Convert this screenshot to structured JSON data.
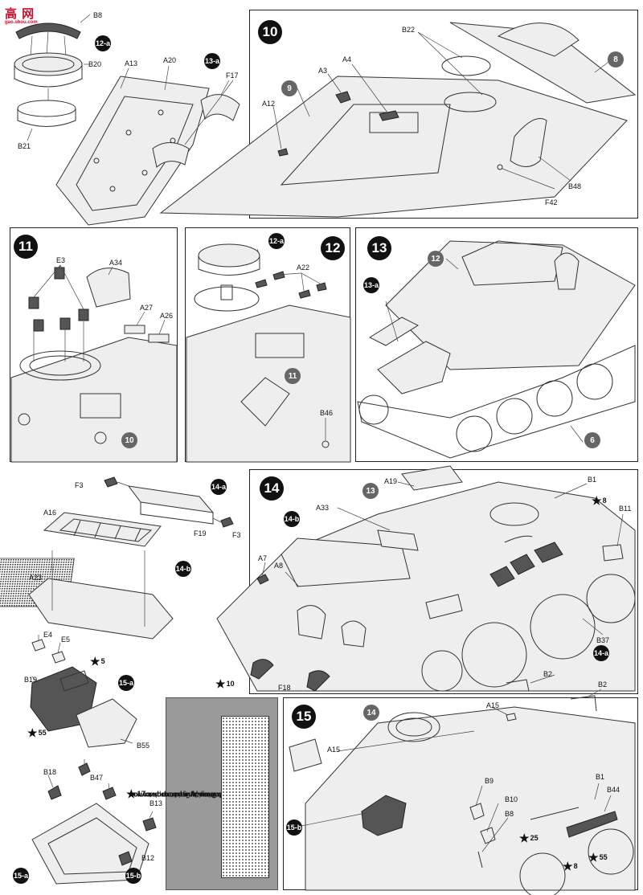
{
  "logo": {
    "text": "高 网",
    "url": "gao.shou.com"
  },
  "steps": {
    "s10": {
      "number": "10",
      "parts": {
        "B22": "B22",
        "A3": "A3",
        "A4": "A4",
        "A12": "A12",
        "F42": "F42",
        "B48": "B48"
      },
      "refs": {
        "r9": "9",
        "r8": "8"
      }
    },
    "s11": {
      "number": "11",
      "parts": {
        "E3": "E3",
        "A34": "A34",
        "A27": "A27",
        "A26": "A26"
      },
      "refs": {
        "r10": "10"
      }
    },
    "s12": {
      "number": "12",
      "parts": {
        "A22": "A22",
        "B46": "B46"
      },
      "refs": {
        "r11": "11"
      },
      "subs": {
        "s12a": "12-a"
      }
    },
    "s13": {
      "number": "13",
      "refs": {
        "r12": "12",
        "r6": "6"
      },
      "subs": {
        "s13a": "13-a"
      }
    },
    "s14": {
      "number": "14",
      "parts": {
        "A19": "A19",
        "B1": "B1",
        "B11": "B11",
        "A33": "A33",
        "A7": "A7",
        "A8": "A8",
        "F18": "F18",
        "B37": "B37"
      },
      "refs": {
        "r13": "13"
      },
      "subs": {
        "s14b": "14-b",
        "s14a": "14-a"
      },
      "stars": {
        "st8": "8",
        "st10": "10"
      }
    },
    "s15": {
      "number": "15",
      "parts": {
        "A15a": "A15",
        "A15b": "A15",
        "B2a": "B2",
        "B2b": "B2",
        "B9": "B9",
        "B10": "B10",
        "B8": "B8",
        "B1": "B1",
        "B44": "B44"
      },
      "refs": {
        "r14": "14"
      },
      "subs": {
        "s15b": "15-b"
      },
      "stars": {
        "st25": "25",
        "st8": "8",
        "st55": "55"
      }
    }
  },
  "sub12a": {
    "tag": "12-a",
    "parts": {
      "B8": "B8",
      "B20": "B20",
      "B21": "B21"
    }
  },
  "sub13a": {
    "tag": "13-a",
    "parts": {
      "A13": "A13",
      "A20": "A20",
      "F17": "F17"
    }
  },
  "sub14a": {
    "tag": "14-a",
    "parts": {
      "F3a": "F3",
      "F3b": "F3",
      "F19": "F19"
    }
  },
  "sub14b": {
    "tag": "14-b",
    "parts": {
      "A16": "A16",
      "A23": "A23"
    }
  },
  "sub15a": {
    "tag": "15-a",
    "parts": {
      "E4": "E4",
      "E5": "E5",
      "B19": "B19",
      "B55": "B55"
    },
    "stars": {
      "st5": "5",
      "st55": "55"
    }
  },
  "sub15b": {
    "tags": {
      "a": "15-a",
      "b": "15-b"
    },
    "parts": {
      "B18": "B18",
      "B47": "B47",
      "B13": "B13",
      "B12": "B12"
    },
    "stars": {
      "st17": "17"
    }
  },
  "template": {
    "ru_line1": "Используйте этот рисунок",
    "ru_line2": "как шаблон для раскроя сетки",
    "en_line1": "Use this drawing as a template",
    "en_line2": "for cutting the grid"
  }
}
